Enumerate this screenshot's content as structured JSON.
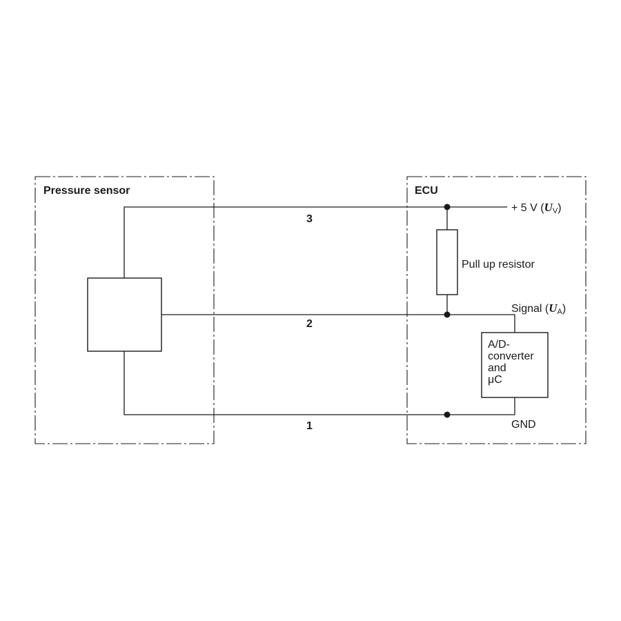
{
  "diagram": {
    "sensor_block": {
      "title": "Pressure sensor"
    },
    "ecu_block": {
      "title": "ECU"
    },
    "lines": {
      "line3": {
        "number": "3",
        "terminal_prefix": "+ 5 V (",
        "terminal_symbol": "U",
        "terminal_subscript": "V",
        "terminal_suffix": ")"
      },
      "line2": {
        "number": "2",
        "terminal_prefix": "Signal (",
        "terminal_symbol": "U",
        "terminal_subscript": "A",
        "terminal_suffix": ")"
      },
      "line1": {
        "number": "1",
        "terminal": "GND"
      }
    },
    "resistor": {
      "label": "Pull up resistor"
    },
    "converter": {
      "lines": [
        "A/D-",
        "converter",
        "and",
        "μC"
      ]
    }
  }
}
